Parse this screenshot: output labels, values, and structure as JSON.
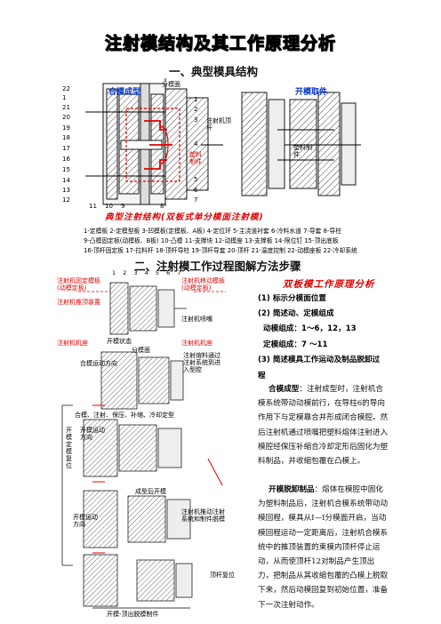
{
  "page_title": "注射模结构及其工作原理分析",
  "section1": "一、典型模具结构",
  "section2": "二、注射模工作过程图解方法步骤",
  "diagram1": {
    "label_left": "合模成型",
    "label_right": "开模取件",
    "parting_plane": "分模面",
    "nozzle": "注射机顶杆",
    "plastic_part": "塑料制件",
    "ejector_label": "顶杆",
    "part_label_right": "塑料制件",
    "num_22": "22",
    "numbers_left": [
      "22",
      "1",
      "21",
      "20",
      "19",
      "18",
      "17",
      "16",
      "15",
      "14",
      "13",
      "12"
    ],
    "numbers_right": [
      "1",
      "2",
      "3",
      "4",
      "5",
      "6",
      "7"
    ],
    "numbers_bottom": [
      "11",
      "10",
      "9",
      "8"
    ],
    "caption": "典型注射结构(双板式单分模面注射模)",
    "legend": [
      "1-定模板 2-定模型板 3-凹模板(定模板、A板) 4-定位环 5-主浇道衬套 6-冷料水道 7-导套 8-导柱",
      "9-凸模固定板(动模板、B板) 10-凸模 11-支撑块 12-动模座 13-支撑板 14-限位钉 15-顶出底板",
      "16-顶杆固定板 17-拉料杆 18-顶杆导柱 19-顶杆导套 20-顶杆 21-温度控制 22-动模座板 22-冷却系统"
    ]
  },
  "diagram2": {
    "label_top_left": "注射机固定模板(动模定板)",
    "label_top_right": "注射机移动模板(动模定板)",
    "label_injection": "注射机推顶装置",
    "label_nozzle": "注射机喷嘴",
    "label_fixed": "注射机机座",
    "label_moving": "注射机机座",
    "label_open_state": "开模状态",
    "label_parting": "分模面",
    "label_clamp_dir": "合模运动方向",
    "label_melt": "注射熔料通过注射系统到进入型腔",
    "label_mold_close": "开模运动方向",
    "label_cycle": "合模、注射、保压、补缩、冷却定型",
    "label_ejection": "成型后开模",
    "label_open_dir": "开模运动方向",
    "label_eject_action": "注射机推动注射系统和制件脱模",
    "label_vertical": "开模定模复位",
    "label_reset": "顶杆复位",
    "label_bottom": "开模-顶出脱模制件",
    "numbers_top": [
      "1",
      "2",
      "3",
      "4",
      "5",
      "6",
      "7"
    ]
  },
  "right_panel": {
    "title": "双板模工作原理分析",
    "items": [
      "(1)  标示分模面位置",
      "(2)  简述动、定模组成",
      "动模组成：1～6，12，13",
      "定模组成：7 ～11",
      "(3)  简述模具工作运动及制品脱卸过",
      "程"
    ],
    "para1_head": "合模成型",
    "para1": "：注射成型时，注射机合模系统带动动模前行，在导柱6的导向作用下与定模靠合并形成闭合模腔。然后注射机通过喷嘴把塑料熔体注射进入模腔经保压补缩合冷却定形后固化为塑料制品，并收缩包覆在凸模上。",
    "para2_head": "开模脱卸制品",
    "para2": "：熔体在模腔中固化为塑料制品后，注射机合模系统带动动模回程，模具从I—I分模面开启，当动模回程运动一定距离后，注射机合模系统中的推顶装置的束模内顶杆停止运动，从而使顶杆12对制品产生顶出力，把制品从其收缩包覆的凸模上脱取下来，然后动模回复到初始位置，准备下一次注射动作。"
  }
}
